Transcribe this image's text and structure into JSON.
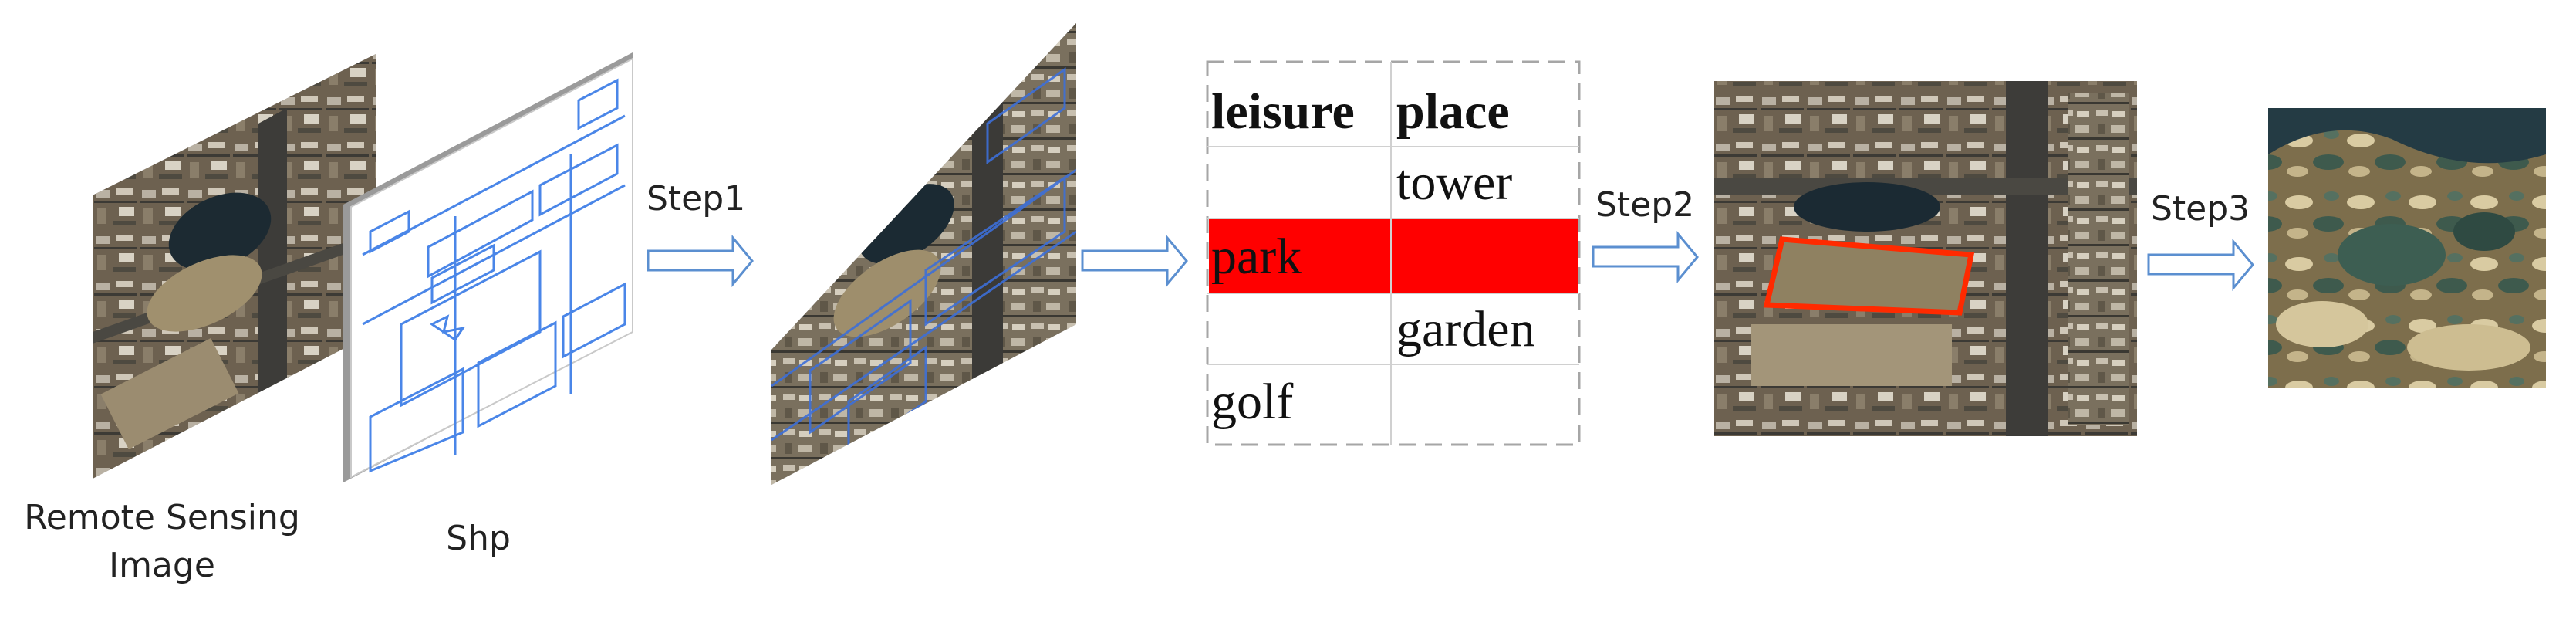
{
  "labels": {
    "remote_sensing_line1": "Remote Sensing",
    "remote_sensing_line2": "Image",
    "shp": "Shp",
    "step1": "Step1",
    "step2": "Step2",
    "step3": "Step3"
  },
  "table": {
    "headers": [
      "leisure",
      "place"
    ],
    "rows": [
      [
        "",
        "tower"
      ],
      [
        "park",
        ""
      ],
      [
        "",
        "garden"
      ],
      [
        "golf",
        ""
      ]
    ],
    "highlight_row": 1,
    "highlight_color": "#ff0000"
  },
  "colors": {
    "arrow_stroke": "#5b8fd0",
    "shp_line": "#4a86e8",
    "selection_box": "#ff2a00",
    "panel_edge": "#8c8c8c"
  }
}
